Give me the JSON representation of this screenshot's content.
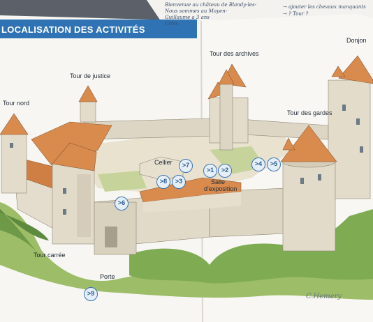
{
  "header": {
    "title": "LOCALISATION DES ACTIVITÉS"
  },
  "labels": {
    "tour_nord": "Tour nord",
    "tour_justice": "Tour de justice",
    "tour_archives": "Tour des archives",
    "donjon": "Donjon",
    "tour_gardes": "Tour des gardes",
    "cellier": "Cellier",
    "salle": "Salle",
    "exposition": "d'exposition",
    "tour_carree": "Tour carrée",
    "porte": "Porte"
  },
  "markers": {
    "m1": ">1",
    "m2": ">2",
    "m3": ">3",
    "m4": ">4",
    "m5": ">5",
    "m6": ">6",
    "m7": ">7",
    "m8": ">8",
    "m9": ">9"
  },
  "background_note": {
    "line1": "Bienvenue au château de Blandy-les-",
    "line2": "Nous sommes au Moyen-",
    "line3": "Guillaume a 3 ans",
    "line4": "Croix",
    "right1": "→ ajouter les chevaux manquants",
    "right2": "→ ? Tour ?"
  },
  "signature": "C.Hemery",
  "colors": {
    "title_band": "#2f73b4",
    "roof": "#d98b4e",
    "wall": "#e4ddcd",
    "grass": "#8fb45f",
    "marker": "#3a74b3"
  }
}
